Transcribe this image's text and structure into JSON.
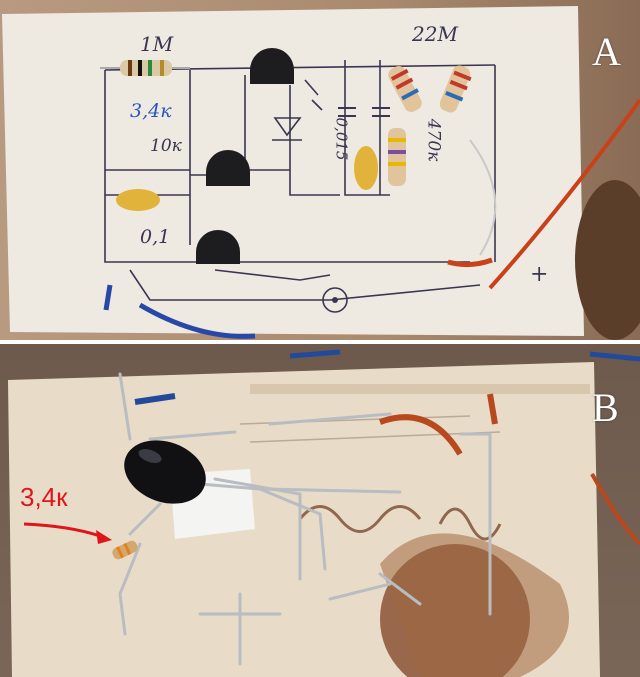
{
  "panel_a": {
    "letter": "A",
    "labels": {
      "r_1m": "1M",
      "r_22m": "22M",
      "r_3_4k": "3,4к",
      "r_10k": "10к",
      "r_470k": "470к",
      "c_0_1": "0,1",
      "c_0_015": "0,015",
      "plus": "+"
    }
  },
  "panel_b": {
    "letter": "B",
    "callout_text": "3,4к",
    "callout_color": "#e0141b"
  }
}
